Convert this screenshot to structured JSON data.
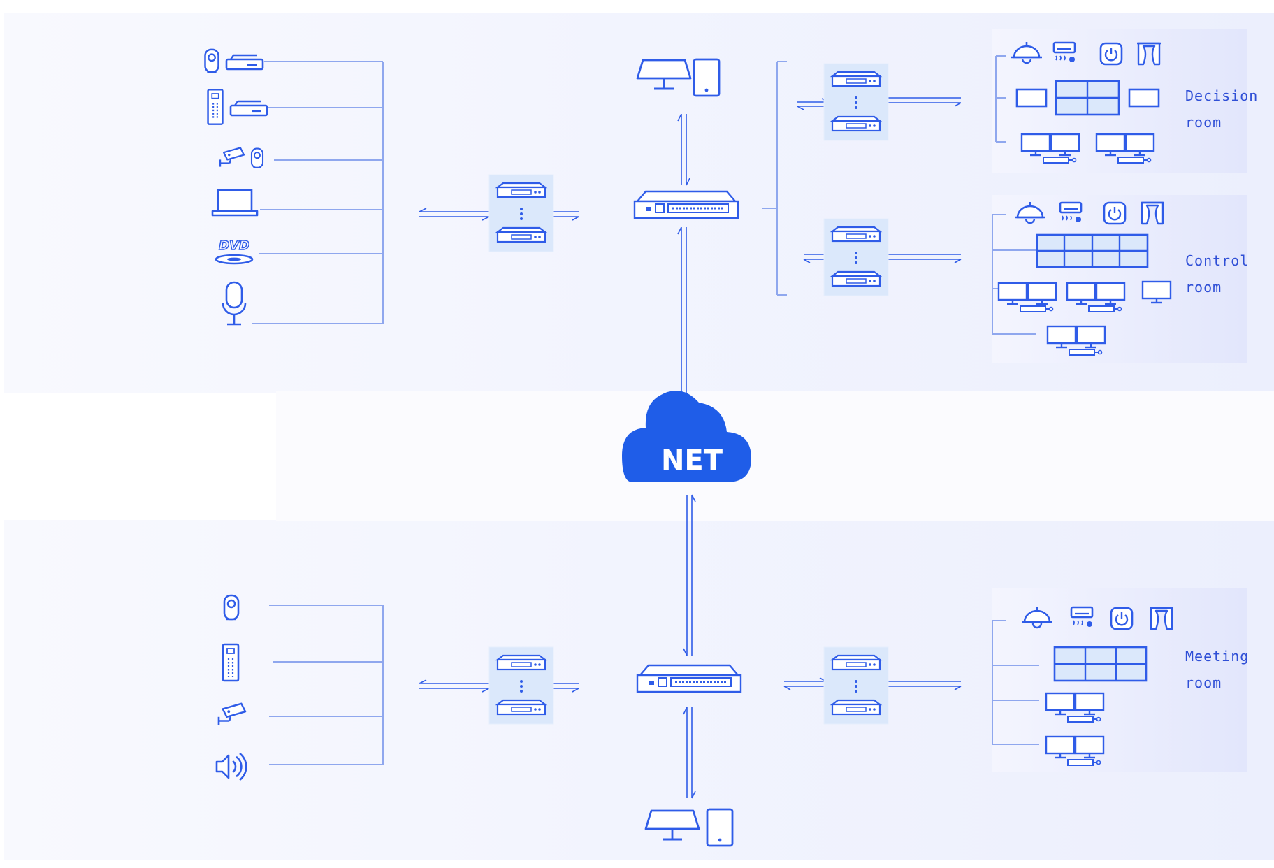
{
  "colors": {
    "accent": "#2f5ce8",
    "line": "#8fa7ee",
    "cloud": "#1f5de8",
    "device_box": "#dbe8fb",
    "room_panel": "#e9ecfc",
    "background": "#f7f8fe"
  },
  "cloud": {
    "label": "NET"
  },
  "rooms": [
    {
      "id": "decision",
      "label": "Decision\nroom"
    },
    {
      "id": "control",
      "label": "Control\nroom"
    },
    {
      "id": "meeting",
      "label": "Meeting\nroom"
    }
  ],
  "top_sources": [
    "camera-with-recorder-icon",
    "keypad-with-recorder-icon",
    "cctv-camera-with-webcam-icon",
    "laptop-icon",
    "dvd-player-icon",
    "microphone-icon"
  ],
  "bottom_sources": [
    "webcam-icon",
    "keypad-icon",
    "cctv-camera-icon",
    "speaker-icon"
  ],
  "room_devices": [
    "ceiling-lamp-icon",
    "air-conditioner-icon",
    "power-switch-icon",
    "curtain-icon"
  ]
}
